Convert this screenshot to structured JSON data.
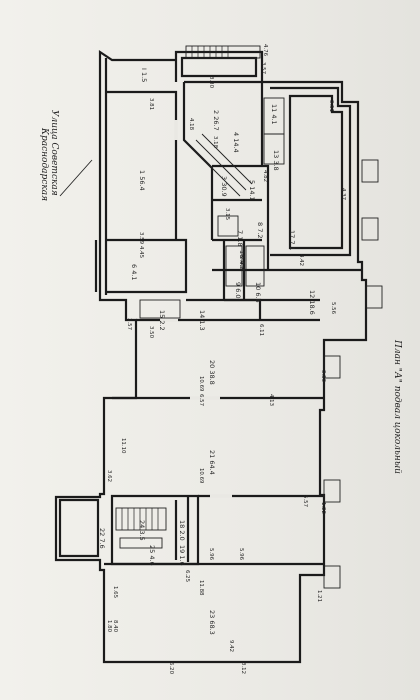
{
  "plan": {
    "title_line1": "План \"А\" подвал цокольный",
    "street_line1": "Улица Советская",
    "street_line2": "Краснодарская"
  },
  "rooms": [
    {
      "id": "I",
      "label": "I",
      "area": "1.5"
    },
    {
      "id": "1",
      "label": "1",
      "area": "56.4"
    },
    {
      "id": "2",
      "label": "2",
      "area": "26.7"
    },
    {
      "id": "3",
      "label": "3",
      "area": "30.9"
    },
    {
      "id": "4",
      "label": "4",
      "area": "14.4"
    },
    {
      "id": "5",
      "label": "5",
      "area": "14.1"
    },
    {
      "id": "6",
      "label": "6",
      "area": "4.1"
    },
    {
      "id": "7",
      "label": "7",
      "area": "1.8"
    },
    {
      "id": "8",
      "label": "8",
      "area": "7.2"
    },
    {
      "id": "9",
      "label": "9",
      "area": "6.0"
    },
    {
      "id": "10",
      "label": "10",
      "area": "6.8"
    },
    {
      "id": "11",
      "label": "11",
      "area": "4.1"
    },
    {
      "id": "12",
      "label": "12",
      "area": "18.6"
    },
    {
      "id": "13",
      "label": "13",
      "area": "3.8"
    },
    {
      "id": "14",
      "label": "14",
      "area": "1.3"
    },
    {
      "id": "15",
      "label": "15",
      "area": "2.2"
    },
    {
      "id": "16",
      "label": "16",
      "area": "4.3"
    },
    {
      "id": "17",
      "label": "17",
      "area": "7.1"
    },
    {
      "id": "18",
      "label": "18",
      "area": "2.0"
    },
    {
      "id": "19",
      "label": "19",
      "area": "1.6"
    },
    {
      "id": "20",
      "label": "20",
      "area": "38.8"
    },
    {
      "id": "21",
      "label": "21",
      "area": "64.4"
    },
    {
      "id": "22",
      "label": "22",
      "area": "7.6"
    },
    {
      "id": "23",
      "label": "23",
      "area": "68.3"
    },
    {
      "id": "24",
      "label": "24",
      "area": "3.5"
    },
    {
      "id": "25",
      "label": "25",
      "area": "4.6"
    }
  ],
  "dimensions": [
    "4.76",
    "3.57",
    "3.81",
    "3.30",
    "4.18",
    "3.18",
    "3.59",
    "4.45",
    "3.57",
    "3.50",
    "6.11",
    "10.69",
    "6.57",
    "4.13",
    "3.50",
    "11.10",
    "3.62",
    "10.69",
    "5.96",
    "6.25",
    "11.88",
    "5.96",
    "9.42",
    "6.20",
    "3.12",
    "5.57",
    "1.21",
    "1.22",
    "1.65",
    "8.40",
    "1.80",
    "3.51",
    "5.56",
    "4.42",
    "4.82",
    "4.37",
    "2.93",
    "3.15"
  ]
}
